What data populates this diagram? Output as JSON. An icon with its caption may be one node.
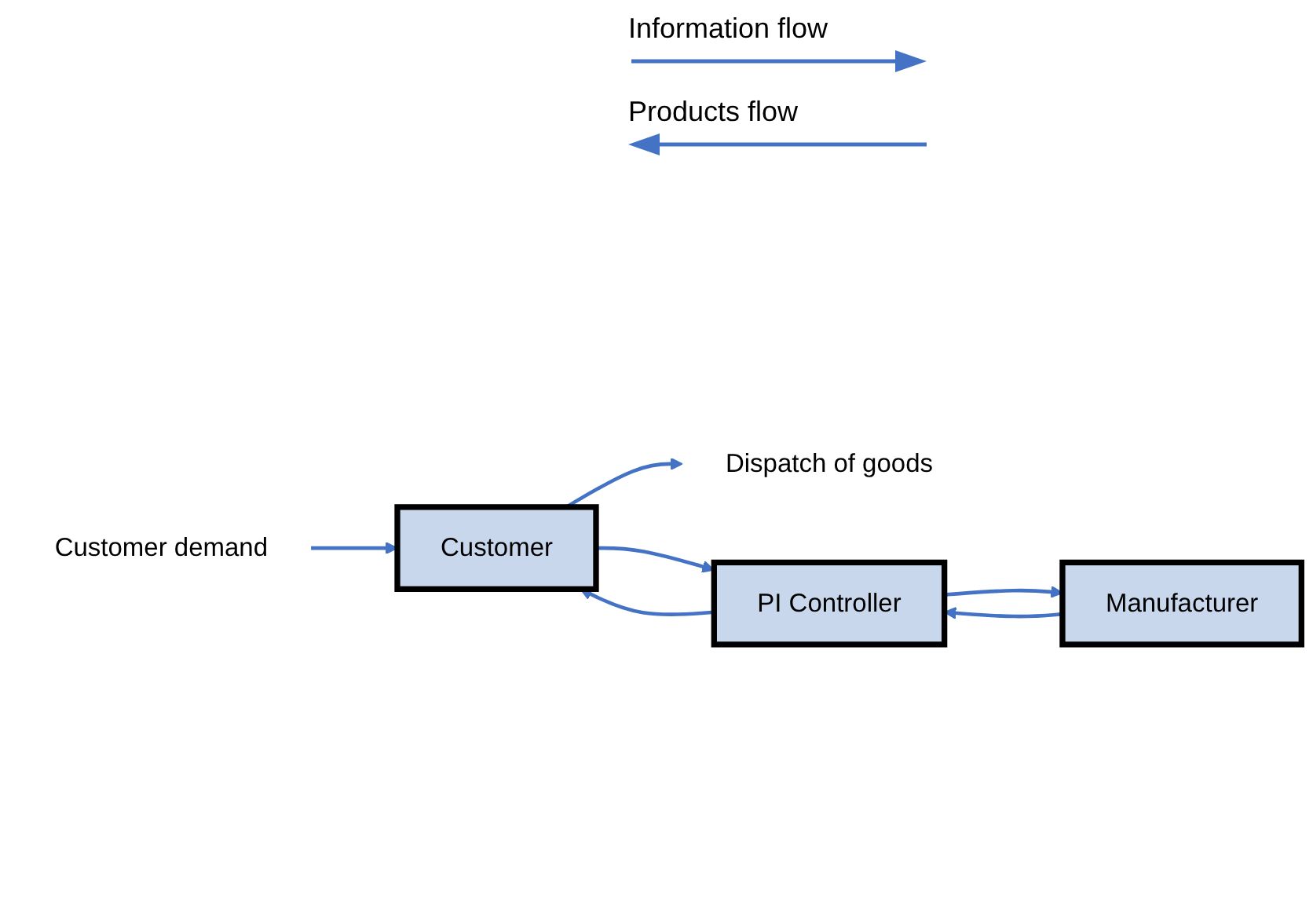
{
  "diagram": {
    "nodes": [
      {
        "text": [
          "Dispatch of goods"
        ]
      },
      {
        "text": [
          "Customer"
        ]
      },
      {
        "text": [
          "PI Controller"
        ]
      },
      {
        "text": [
          "Manufacturer"
        ]
      },
      {
        "text": [
          "Customer demand"
        ]
      }
    ],
    "edges": [
      {
        "from": 1,
        "to": 0,
        "arrow": "to"
      },
      {
        "from": 4,
        "to": 1,
        "arrow": "to"
      },
      {
        "from": 1,
        "to": 2,
        "arrow": "to"
      },
      {
        "from": 2,
        "to": 1,
        "arrow": "to"
      },
      {
        "from": 2,
        "to": 3,
        "arrow": "to"
      },
      {
        "from": 3,
        "to": 2,
        "arrow": "to"
      }
    ],
    "legend": [
      {
        "text": "Information flow"
      },
      {
        "text": "Products flow"
      }
    ]
  }
}
